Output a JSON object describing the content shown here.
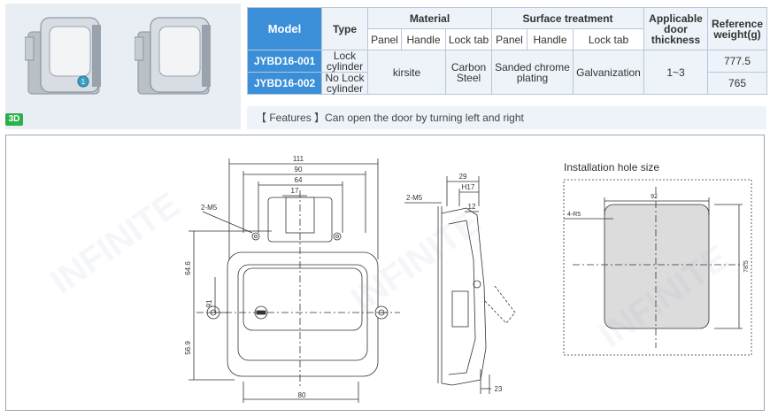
{
  "badge": "3D",
  "table": {
    "headers": {
      "model": "Model",
      "type": "Type",
      "material": "Material",
      "surface": "Surface treatment",
      "thickness": "Applicable door thickness",
      "weight": "Reference weight(g)"
    },
    "subheaders": {
      "mat_panel": "Panel",
      "mat_handle": "Handle",
      "mat_locktab": "Lock tab",
      "surf_panel": "Panel",
      "surf_handle": "Handle",
      "surf_locktab": "Lock tab"
    },
    "rows": [
      {
        "model": "JYBD16-001",
        "type": "Lock cylinder",
        "weight": "777.5"
      },
      {
        "model": "JYBD16-002",
        "type": "No Lock cylinder",
        "weight": "765"
      }
    ],
    "shared": {
      "panel_material": "kirsite",
      "locktab_material": "Carbon Steel",
      "panel_handle_surface": "Sanded chrome plating",
      "locktab_surface": "Galvanization",
      "thickness": "1~3"
    }
  },
  "features": "【 Features 】Can open the door by turning left and right",
  "drawing": {
    "front": {
      "dim_111": "111",
      "dim_90": "90",
      "dim_64": "64",
      "dim_17": "17",
      "thread": "2-M5",
      "dim_64_6": "64.6",
      "dim_91": "91",
      "dim_56_9": "56.9",
      "dim_80": "80"
    },
    "side": {
      "dim_29": "29",
      "dim_h17": "H17",
      "dim_12": "12",
      "thread": "2-M5",
      "dim_23": "23"
    },
    "hole": {
      "title": "Installation hole size",
      "dim_92": "92",
      "radius": "4-R5",
      "dim_78_5": "78.5"
    }
  }
}
